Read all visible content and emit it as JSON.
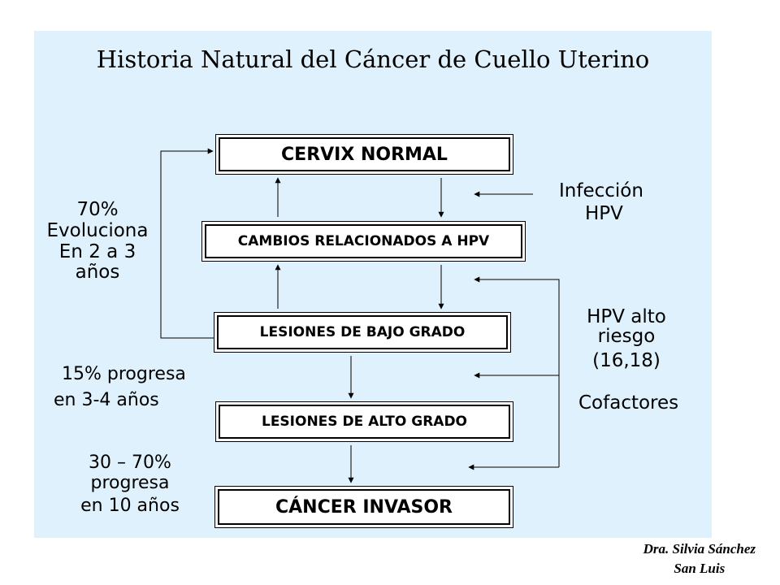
{
  "title": "Historia Natural del Cáncer de Cuello Uterino",
  "stages": {
    "normal": "CERVIX NORMAL",
    "hpv_changes": "CAMBIOS RELACIONADOS A HPV",
    "low_grade": "LESIONES DE BAJO GRADO",
    "high_grade": "LESIONES DE ALTO GRADO",
    "invasive": "CÁNCER INVASOR"
  },
  "left_notes": {
    "regression": [
      "70%",
      "Evoluciona",
      "En 2 a 3",
      "años"
    ],
    "progress_15": [
      "15% progresa",
      "en 3-4 años"
    ],
    "progress_30_70": [
      "30 – 70%",
      "progresa",
      "en 10 años"
    ]
  },
  "right_notes": {
    "infection": [
      "Infección",
      "HPV"
    ],
    "high_risk": [
      "HPV alto",
      "riesgo",
      "(16,18)"
    ],
    "cofactors": "Cofactores"
  },
  "credit": {
    "author": "Dra. Silvia Sánchez",
    "place": "San Luis"
  }
}
